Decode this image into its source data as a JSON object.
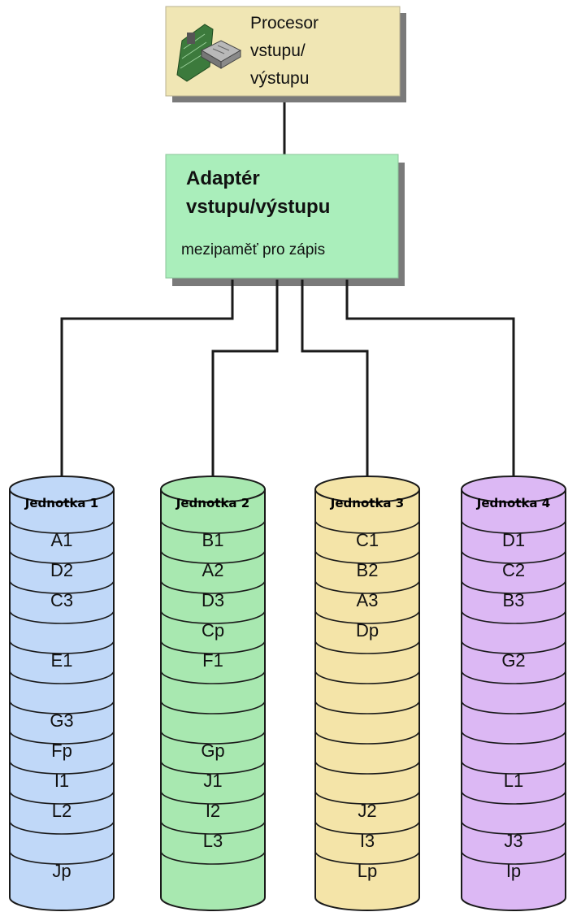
{
  "processor": {
    "text_lines": [
      "Procesor",
      "vstupu/",
      "výstupu"
    ]
  },
  "adapter": {
    "title_lines": [
      "Adaptér",
      "vstupu/výstupu"
    ],
    "subtitle": "mezipaměť pro zápis"
  },
  "colors": {
    "processor_fill": "#f0e6b4",
    "adapter_fill": "#aaeebb",
    "unit_fills": [
      "#c0d8f8",
      "#a8e8b0",
      "#f4e4a8",
      "#dcb8f4"
    ],
    "line": "#1a1a1a"
  },
  "icons": {
    "processor": "circuit-board-chip-icon"
  },
  "units": [
    {
      "label": "Jednotka 1",
      "slots": [
        "A1",
        "D2",
        "C3",
        "",
        "E1",
        "",
        "G3",
        "Fp",
        "I1",
        "L2",
        "",
        "Jp"
      ]
    },
    {
      "label": "Jednotka 2",
      "slots": [
        "B1",
        "A2",
        "D3",
        "Cp",
        "F1",
        "",
        "",
        "Gp",
        "J1",
        "I2",
        "L3",
        ""
      ]
    },
    {
      "label": "Jednotka 3",
      "slots": [
        "C1",
        "B2",
        "A3",
        "Dp",
        "",
        "",
        "",
        "",
        "",
        "J2",
        "I3",
        "Lp"
      ]
    },
    {
      "label": "Jednotka 4",
      "slots": [
        "D1",
        "C2",
        "B3",
        "",
        "G2",
        "",
        "",
        "",
        "L1",
        "",
        "J3",
        "Ip"
      ]
    }
  ]
}
